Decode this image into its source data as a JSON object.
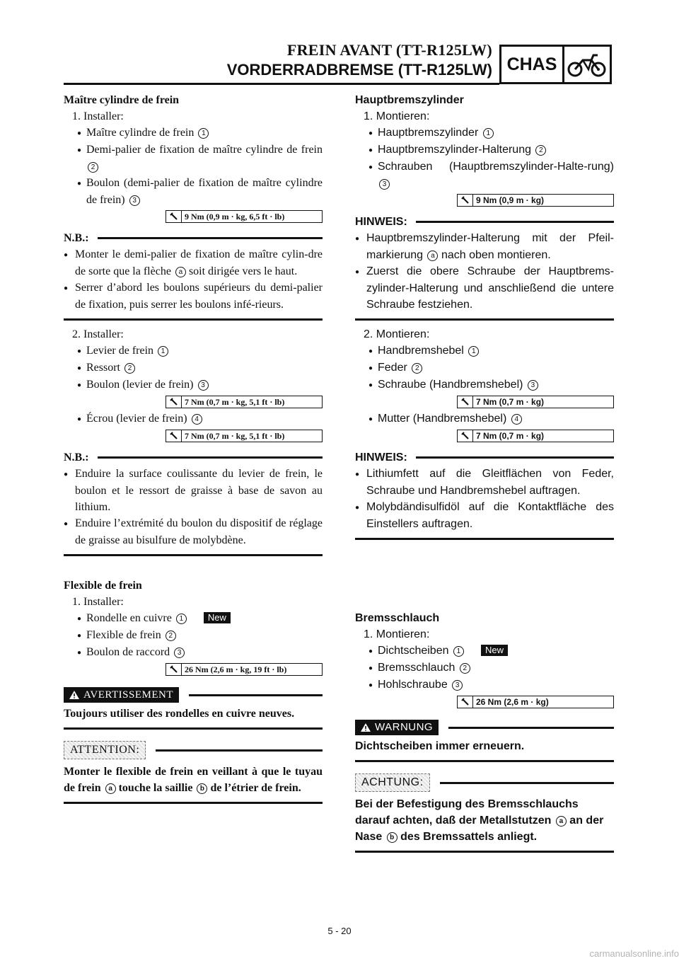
{
  "header": {
    "title_fr": "FREIN AVANT (TT-R125LW)",
    "title_de": "VORDERRADBREMSE (TT-R125LW)",
    "badge": "CHAS",
    "badge_icon": "motorcycle-icon"
  },
  "fr": {
    "sec1_title": "Maître cylindre de frein",
    "sec1_step1": "1.  Installer:",
    "sec1_items": [
      "Maître cylindre de frein",
      "Demi-palier de fixation de maître cylindre de frein",
      "Boulon (demi-palier de fixation de maître cylindre de frein)"
    ],
    "sec1_torque": "9 Nm (0,9 m · kg, 6,5 ft · lb)",
    "nb1_label": "N.B.:",
    "nb1_p1a": "Monter le demi-palier de fixation de maître cylin-dre de sorte que la flèche",
    "nb1_p1b": "soit dirigée vers le haut.",
    "nb1_p2": "Serrer d’abord les boulons supérieurs du demi-palier de fixation, puis serrer les boulons infé-rieurs.",
    "sec1_step2": "2.  Installer:",
    "sec1_items2": [
      "Levier de frein",
      "Ressort",
      "Boulon (levier de frein)"
    ],
    "sec1_torque2": "7 Nm (0,7 m · kg, 5,1 ft · lb)",
    "sec1_item4": "Écrou (levier de frein)",
    "sec1_torque3": "7 Nm (0,7 m · kg, 5,1 ft · lb)",
    "nb2_label": "N.B.:",
    "nb2_p1": "Enduire la surface coulissante du levier de frein, le boulon et le ressort de graisse à base de savon au lithium.",
    "nb2_p2": "Enduire l’extrémité du boulon du dispositif de réglage de graisse au bisulfure de molybdène.",
    "sec2_title": "Flexible de frein",
    "sec2_step1": "1.  Installer:",
    "sec2_items": [
      "Rondelle en cuivre",
      "Flexible de frein",
      "Boulon de raccord"
    ],
    "new_badge": "New",
    "sec2_torque": "26 Nm (2,6 m · kg, 19 ft · lb)",
    "warn_label": "AVERTISSEMENT",
    "warn_text": "Toujours utiliser des rondelles en cuivre neuves.",
    "attn_label": "ATTENTION:",
    "attn_a": "Monter le flexible de frein en veillant à que le tuyau de frein",
    "attn_b": "touche la saillie",
    "attn_c": "de l’étrier de frein."
  },
  "de": {
    "sec1_title": "Hauptbremszylinder",
    "sec1_step1": "1.  Montieren:",
    "sec1_items": [
      "Hauptbremszylinder",
      "Hauptbremszylinder-Halterung",
      "Schrauben (Hauptbremszylinder-Halte-rung)"
    ],
    "sec1_torque": "9 Nm (0,9 m · kg)",
    "nb1_label": "HINWEIS:",
    "nb1_p1a": "Hauptbremszylinder-Halterung mit der Pfeil-markierung",
    "nb1_p1b": "nach oben montieren.",
    "nb1_p2": "Zuerst die obere Schraube der Hauptbrems-zylinder-Halterung und anschließend die untere Schraube festziehen.",
    "sec1_step2": "2.  Montieren:",
    "sec1_items2": [
      "Handbremshebel",
      "Feder",
      "Schraube (Handbremshebel)"
    ],
    "sec1_torque2": "7 Nm (0,7 m · kg)",
    "sec1_item4": "Mutter (Handbremshebel)",
    "sec1_torque3": "7 Nm (0,7 m · kg)",
    "nb2_label": "HINWEIS:",
    "nb2_p1": "Lithiumfett auf die Gleitflächen von Feder, Schraube und Handbremshebel auftragen.",
    "nb2_p2": "Molybdändisulfidöl auf die Kontaktfläche des Einstellers auftragen.",
    "sec2_title": "Bremsschlauch",
    "sec2_step1": "1.  Montieren:",
    "sec2_items": [
      "Dichtscheiben",
      "Bremsschlauch",
      "Hohlschraube"
    ],
    "new_badge": "New",
    "sec2_torque": "26 Nm (2,6 m · kg)",
    "warn_label": "WARNUNG",
    "warn_text": "Dichtscheiben immer erneuern.",
    "attn_label": "ACHTUNG:",
    "attn_a": "Bei der Befestigung des Bremsschlauchs darauf achten, daß der Metallstutzen",
    "attn_b": "an der Nase",
    "attn_c": "des Bremssattels anliegt."
  },
  "markers": {
    "n1": "1",
    "n2": "2",
    "n3": "3",
    "n4": "4",
    "a": "a",
    "b": "b"
  },
  "footer": {
    "page_number": "5 - 20",
    "watermark": "carmanualsonline.info"
  }
}
